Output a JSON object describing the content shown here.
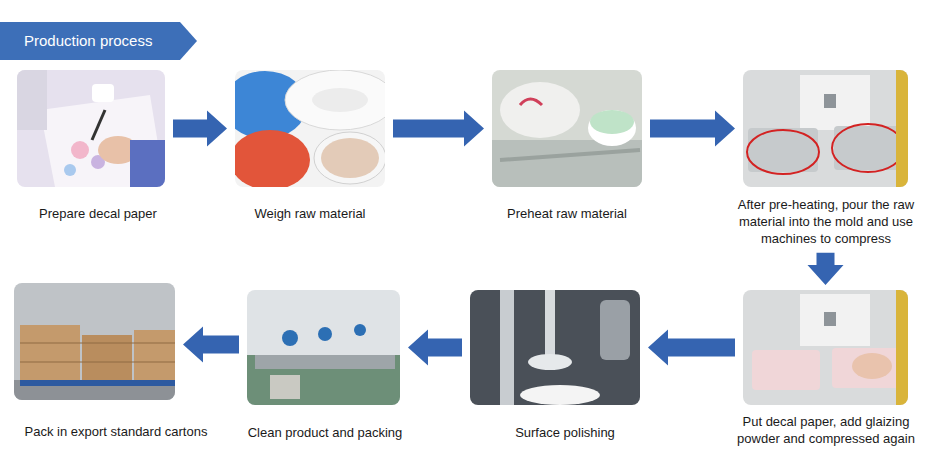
{
  "diagram": {
    "title": "Production process",
    "nodes": [
      {
        "text": [
          "Prepare decal paper"
        ]
      },
      {
        "text": [
          "Weigh raw material"
        ]
      },
      {
        "text": [
          "Preheat raw material"
        ]
      },
      {
        "text": [
          "After pre-heating, pour the raw material into the mold and use machines to compress"
        ]
      },
      {
        "text": [
          "Put decal paper, add glaizing powder and compressed again"
        ]
      },
      {
        "text": [
          "Surface polishing"
        ]
      },
      {
        "text": [
          "Clean product and packing"
        ]
      },
      {
        "text": [
          "Pack in export standard cartons"
        ]
      }
    ],
    "edges": [
      {
        "from": 0,
        "to": 1,
        "arrow": "to"
      },
      {
        "from": 1,
        "to": 2,
        "arrow": "to"
      },
      {
        "from": 2,
        "to": 3,
        "arrow": "to"
      },
      {
        "from": 3,
        "to": 4,
        "arrow": "to"
      },
      {
        "from": 4,
        "to": 5,
        "arrow": "to"
      },
      {
        "from": 5,
        "to": 6,
        "arrow": "to"
      },
      {
        "from": 6,
        "to": 7,
        "arrow": "to"
      }
    ]
  }
}
